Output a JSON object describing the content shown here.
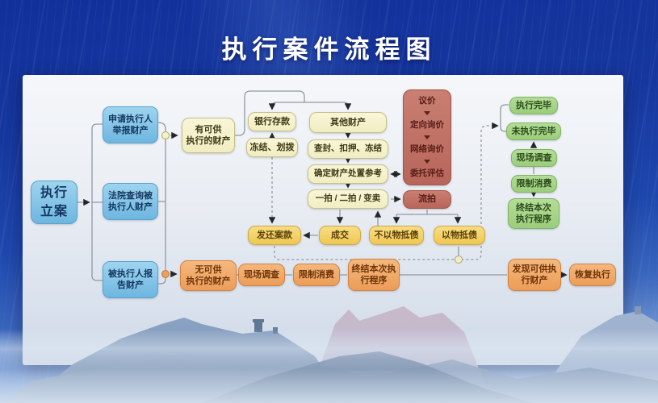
{
  "title": "执行案件流程图",
  "nodes": {
    "start": "执行\n立案",
    "source_report_by_applicant": "申请执行人\n举报财产",
    "source_court_inquiry": "法院查询被\n执行人财产",
    "source_report_by_debtor": "被执行人报\n告财产",
    "has_property": "有可供\n执行的财产",
    "bank_deposit": "银行存款",
    "freeze_transfer": "冻结、划拨",
    "other_property": "其他财产",
    "seal_seize_freeze": "查封、扣押、冻结",
    "determine_disposal_reference": "确定财产处置参考",
    "auction": "一拍 / 二拍 / 变卖",
    "appraisal": [
      "议价",
      "定向询价",
      "网络询价",
      "委托评估"
    ],
    "failed_auction": "流拍",
    "return_case_funds": "发还案款",
    "deal_done": "成交",
    "no_debt_offset": "不以物抵债",
    "debt_offset": "以物抵债",
    "execution_complete": "执行完毕",
    "execution_incomplete": "未执行完毕",
    "site_investigation": "现场调查",
    "consumption_restriction": "限制消费",
    "terminate_procedure": "终结本次\n执行程序",
    "no_property": "无可供\n执行的财产",
    "site_investigation_2": "现场调查",
    "consumption_restriction_2": "限制消费",
    "terminate_procedure_2": "终结本次执\n行程序",
    "found_property": "发现可供执\n行财产",
    "resume_execution": "恢复执行"
  },
  "colors": {
    "background_blue": "#16379e",
    "panel": "#eef1f6",
    "node_blue": "#7fc3e8",
    "node_yellow": "#f6f3cf",
    "node_gold": "#f3cf65",
    "node_maroon": "#c06f62",
    "node_green": "#a8d689",
    "node_orange": "#f2aa69"
  }
}
